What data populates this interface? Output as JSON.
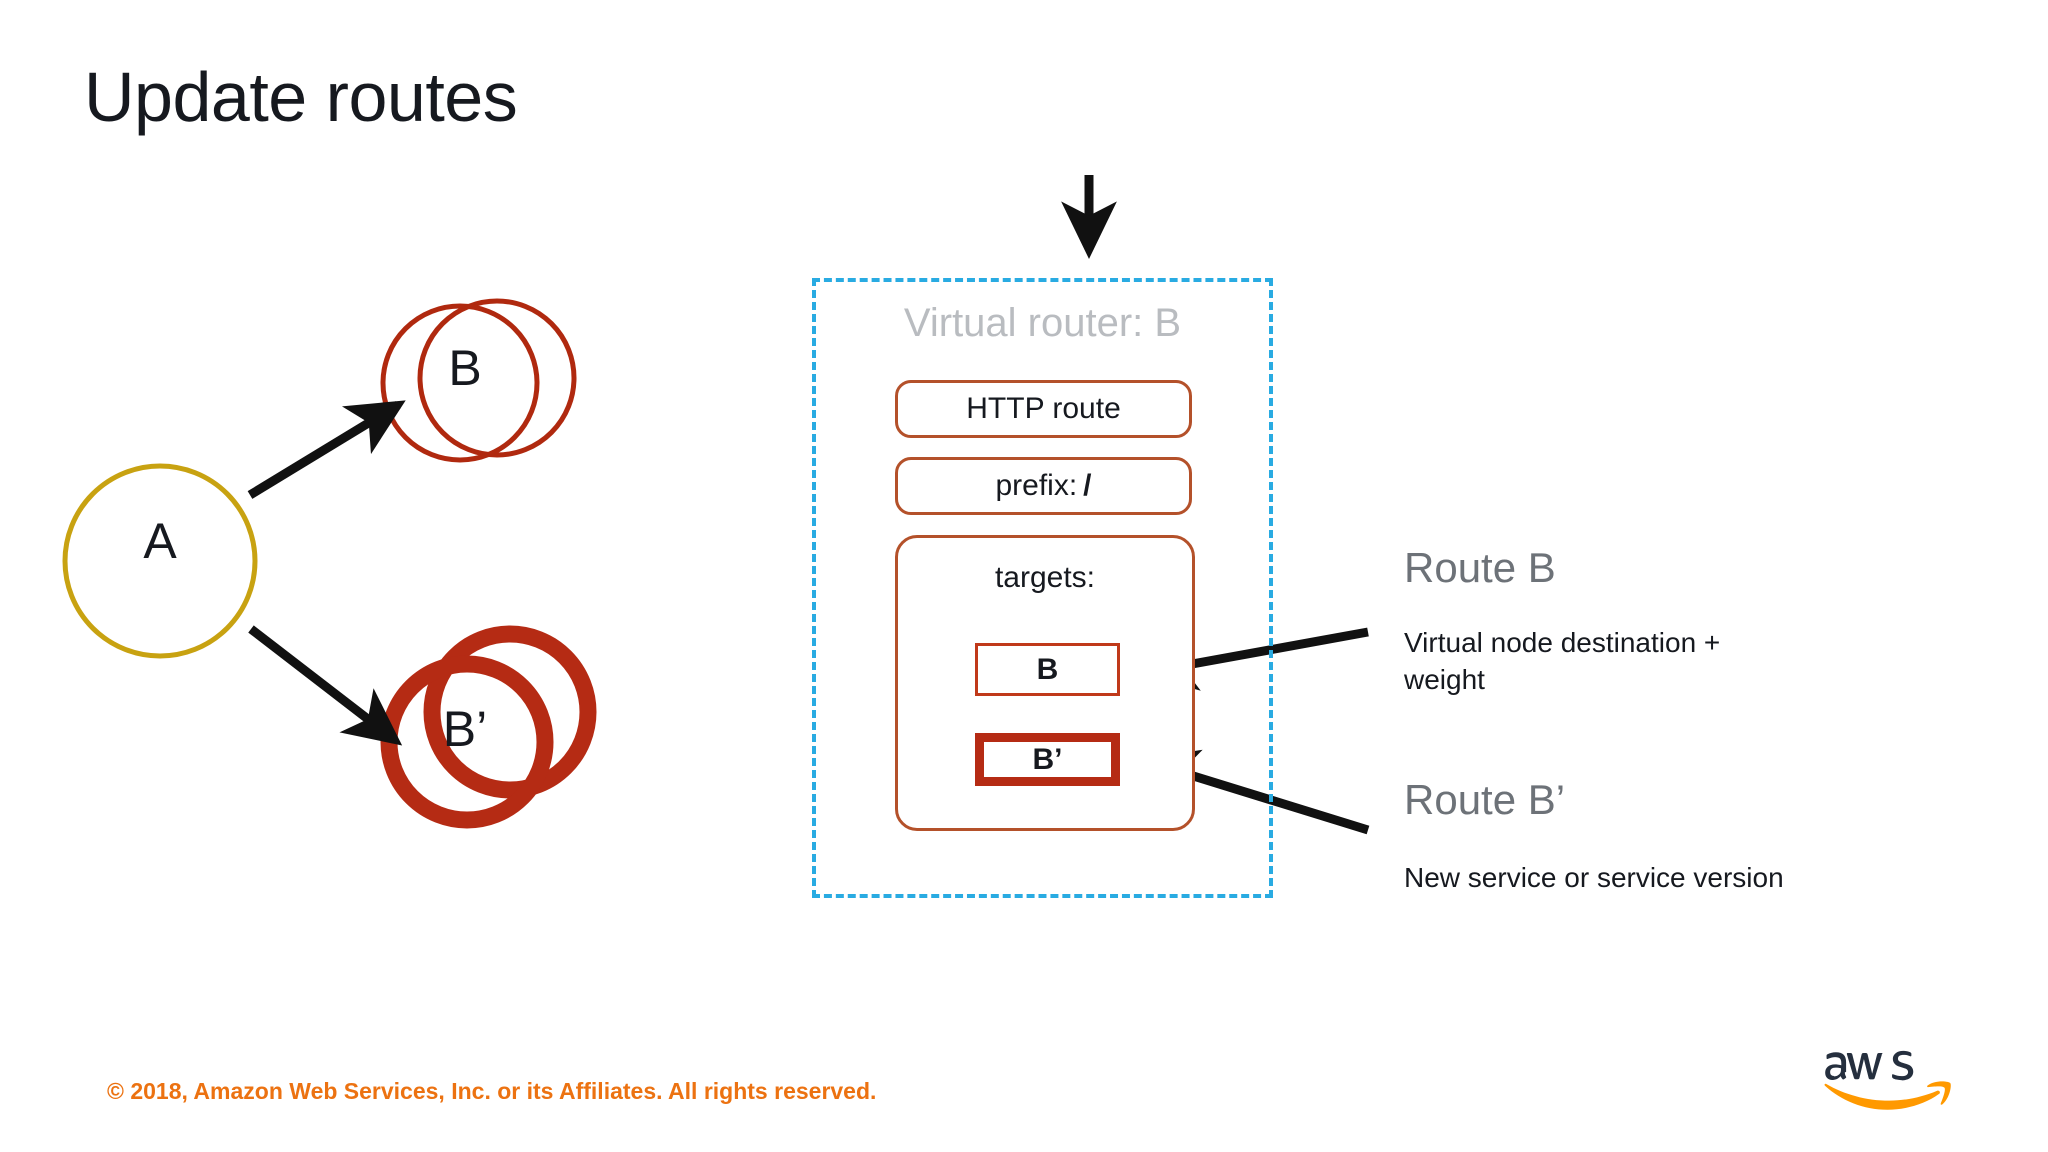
{
  "slide": {
    "title": "Update routes"
  },
  "graph": {
    "nodes": [
      {
        "id": "a",
        "label": "A",
        "style": "single-circle-outline",
        "color": "#c8a211"
      },
      {
        "id": "b",
        "label": "B",
        "style": "double-circle-outline",
        "color": "#b0290f"
      },
      {
        "id": "bp",
        "label": "B’",
        "style": "double-circle-thick",
        "color": "#b52b14"
      }
    ],
    "edges": [
      {
        "from": "a",
        "to": "b",
        "kind": "arrow"
      },
      {
        "from": "a",
        "to": "bp",
        "kind": "arrow"
      }
    ],
    "inbound_arrow": {
      "direction": "down",
      "target": "virtual-router"
    }
  },
  "virtual_router": {
    "title": "Virtual router: B",
    "border_color": "#29abe2",
    "border_style": "dashed",
    "route_box_color": "#b4512a",
    "rows": [
      {
        "id": "http-route",
        "label": "HTTP route"
      },
      {
        "id": "prefix",
        "label": "prefix:",
        "value": "/"
      }
    ],
    "targets": {
      "label": "targets:",
      "items": [
        {
          "id": "target-b",
          "label": "B",
          "emphasis": "normal",
          "border_color": "#c0391a"
        },
        {
          "id": "target-bp",
          "label": "B’",
          "emphasis": "thick",
          "border_color": "#b52b14"
        }
      ]
    }
  },
  "annotations": [
    {
      "id": "route-b",
      "heading": "Route B",
      "body": "Virtual node destination + weight",
      "heading_color": "#6d7278",
      "points_to": "target-b"
    },
    {
      "id": "route-bp",
      "heading": "Route B’",
      "body": "New service or service version",
      "heading_color": "#6d7278",
      "points_to": "target-bp"
    }
  ],
  "footer": {
    "copyright": "© 2018, Amazon Web Services, Inc. or its Affiliates. All rights reserved.",
    "copyright_color": "#ec7211",
    "logo": {
      "wordmark": "aws",
      "wordmark_color": "#252f3e",
      "smile_color": "#f90"
    }
  }
}
